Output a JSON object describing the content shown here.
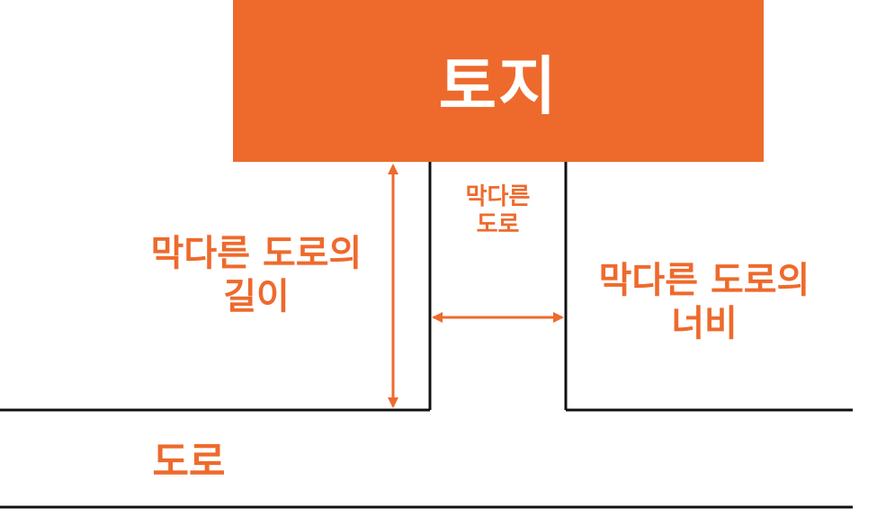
{
  "land": {
    "label": "토지"
  },
  "labels": {
    "dead_end_road": "막다른 도로",
    "dead_end_road_line1": "막다른",
    "dead_end_road_line2": "도로",
    "length_line1": "막다른 도로의",
    "length_line2": "길이",
    "width_line1": "막다른 도로의",
    "width_line2": "너비",
    "main_road": "도로"
  },
  "colors": {
    "accent": "#EE6A2C",
    "line": "#111111",
    "land_text": "#ffffff"
  }
}
